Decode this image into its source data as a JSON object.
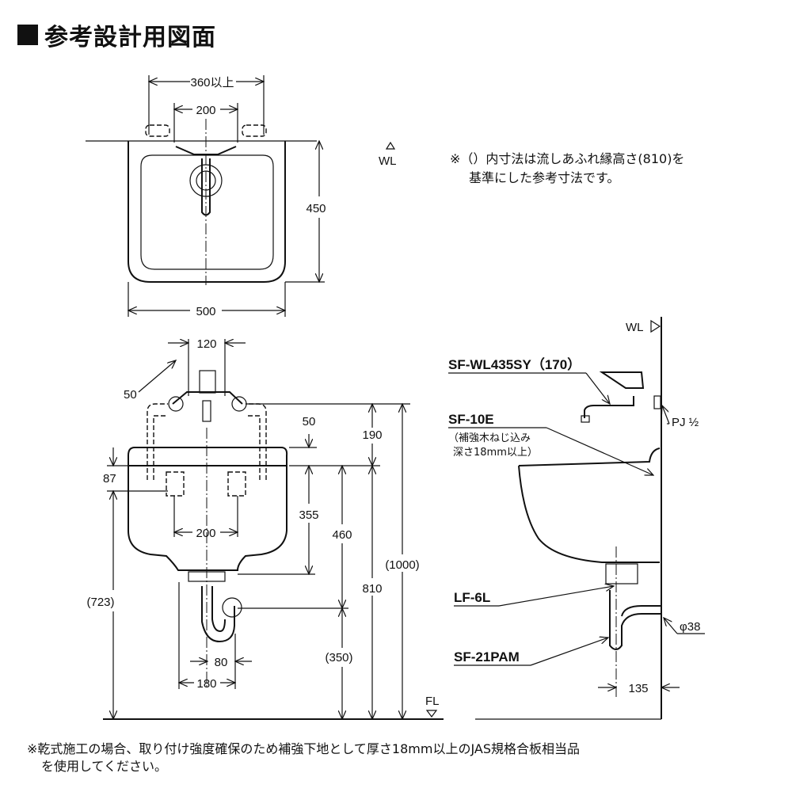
{
  "title": "参考設計用図面",
  "top_view": {
    "dim_wall_clearance": "360以上",
    "dim_faucet_spacing": "200",
    "dim_depth": "450",
    "dim_width": "500",
    "wall_line": "WL"
  },
  "note_inner": {
    "line1": "※（）内寸法は流しあふれ縁高さ(810)を",
    "line2": "基準にした参考寸法です。"
  },
  "front_view": {
    "dim_faucet_center": "120",
    "dim_faucet_offset": "50",
    "dim_faucet_height": "190",
    "dim_total_height": "(1000)",
    "dim_rim_height": "810",
    "dim_trap_to_rim": "460",
    "dim_trap_height": "(350)",
    "dim_bracket_to_bottom": "355",
    "dim_rim_thickness": "50",
    "dim_bracket_from_rim": "87",
    "dim_bracket_height": "(723)",
    "dim_bracket_spacing": "200",
    "dim_trap_offset": "80",
    "dim_leg_spacing": "180",
    "floor_line": "FL"
  },
  "side_view": {
    "wall_line": "WL",
    "faucet_model": "SF-WL435SY（170）",
    "bracket_model": "SF-10E",
    "bracket_note1": "（補強木ねじ込み",
    "bracket_note2": "深さ18mm以上）",
    "drain_model": "LF-6L",
    "trap_model": "SF-21PAM",
    "pipe_joint": "PJ ½",
    "drain_diameter": "φ38",
    "dim_trap_from_wall": "135"
  },
  "footer_note": {
    "line1": "※乾式施工の場合、取り付け強度確保のため補強下地として厚さ18mm以上のJAS規格合板相当品",
    "line2": "を使用してください。"
  }
}
